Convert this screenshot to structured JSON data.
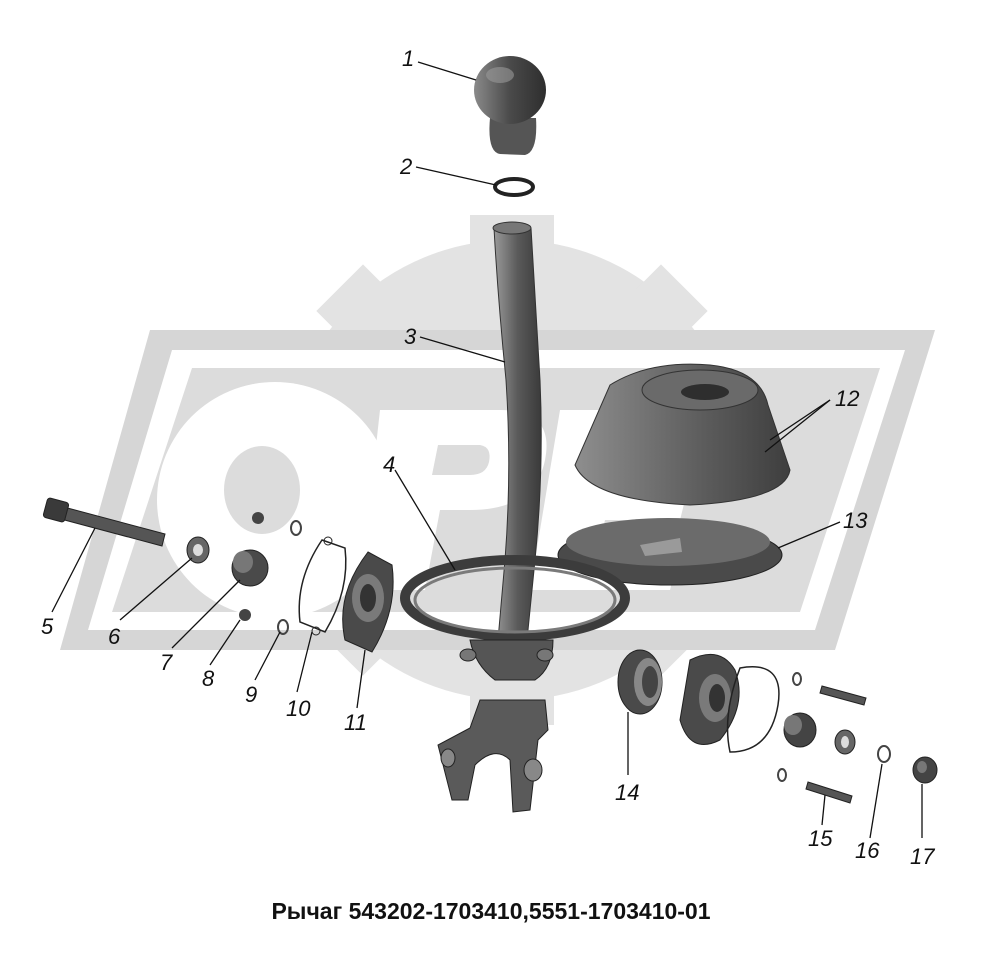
{
  "diagram": {
    "caption": "Рычаг 543202-1703410,5551-1703410-01",
    "watermark_text": "OPE",
    "callouts": [
      {
        "id": "1",
        "label": "1"
      },
      {
        "id": "2",
        "label": "2"
      },
      {
        "id": "3",
        "label": "3"
      },
      {
        "id": "4",
        "label": "4"
      },
      {
        "id": "5",
        "label": "5"
      },
      {
        "id": "6",
        "label": "6"
      },
      {
        "id": "7",
        "label": "7"
      },
      {
        "id": "8",
        "label": "8"
      },
      {
        "id": "9",
        "label": "9"
      },
      {
        "id": "10",
        "label": "10"
      },
      {
        "id": "11",
        "label": "11"
      },
      {
        "id": "12",
        "label": "12"
      },
      {
        "id": "13",
        "label": "13"
      },
      {
        "id": "14",
        "label": "14"
      },
      {
        "id": "15",
        "label": "15"
      },
      {
        "id": "16",
        "label": "16"
      },
      {
        "id": "17",
        "label": "17"
      }
    ],
    "colors": {
      "watermark": "#d9d9d9",
      "part_dark": "#3c3c3c",
      "part_mid": "#6b6b6b",
      "part_light": "#9a9a9a",
      "line": "#111111"
    }
  }
}
